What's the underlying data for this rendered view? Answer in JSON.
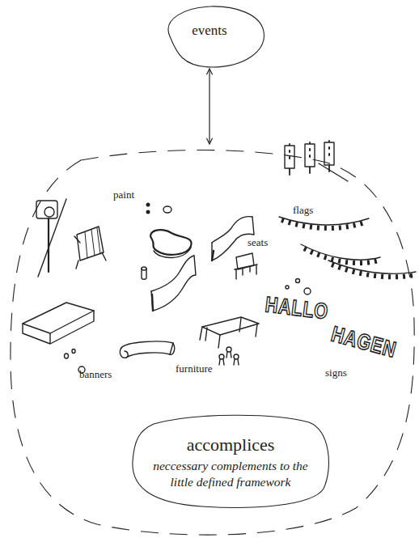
{
  "diagram": {
    "nodes": [
      {
        "text": [
          "events"
        ]
      },
      {
        "text": [
          "paint",
          "flags",
          "seats",
          "furniture",
          "banners",
          "signs",
          "HALLO",
          "HAGEN"
        ]
      },
      {
        "text": [
          "accomplices",
          "neccessary complements to the little defined framework"
        ],
        "in": 1
      }
    ],
    "edges": [
      {
        "from": 0,
        "to": 1,
        "arrow": "both"
      }
    ]
  }
}
